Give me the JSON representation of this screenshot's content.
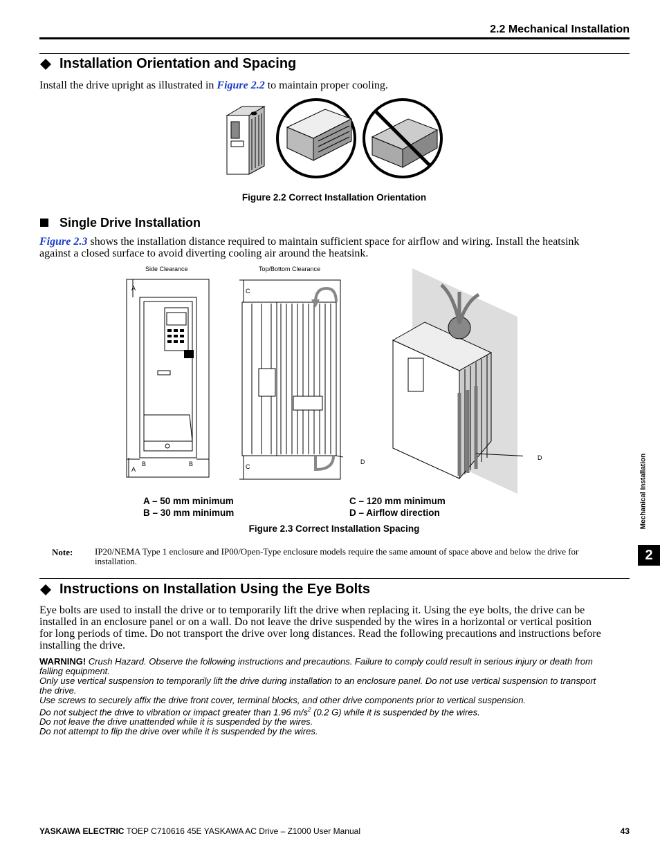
{
  "header": {
    "section_title": "2.2 Mechanical Installation"
  },
  "section1": {
    "heading": "Installation Orientation and Spacing",
    "intro_before": "Install the drive upright as illustrated in ",
    "intro_link": "Figure 2.2",
    "intro_after": " to maintain proper cooling.",
    "figure_caption": "Figure 2.2  Correct Installation Orientation"
  },
  "subsection": {
    "heading": "Single Drive Installation",
    "body_link": "Figure 2.3",
    "body_line1": " shows the installation distance required to maintain sufficient space for airflow and wiring. Install the heatsink",
    "body_line2": "against a closed surface to avoid diverting cooling air around the heatsink.",
    "fig_labels": {
      "side_clearance": "Side Clearance",
      "top_bottom_clearance": "Top/Bottom Clearance",
      "A": "A",
      "B": "B",
      "C": "C",
      "D": "D"
    },
    "legend": {
      "a": "A – 50 mm minimum",
      "b": "B – 30 mm minimum",
      "c": "C – 120 mm minimum",
      "d": "D – Airflow direction"
    },
    "figure_caption": "Figure 2.3  Correct Installation Spacing",
    "note_label": "Note:",
    "note_line1": "IP20/NEMA Type 1 enclosure and IP00/Open-Type enclosure models require the same amount of space above and below the drive for",
    "note_line2": "installation."
  },
  "section2": {
    "heading": "Instructions on Installation Using the Eye Bolts",
    "body_lines": [
      "Eye bolts are used to install the drive or to temporarily lift the drive when replacing it. Using the eye bolts, the drive can be",
      "installed in an enclosure panel or on a wall. Do not leave the drive suspended by the wires in a horizontal or vertical position",
      "for long periods of time. Do not transport the drive over long distances. Read the following precautions and instructions before",
      "installing the drive."
    ],
    "warning_label": "WARNING!",
    "warning_first": " Crush Hazard. Observe the following instructions and precautions. Failure to comply could result in serious injury or death from",
    "warning_lines": [
      "falling equipment.",
      "Only use vertical suspension to temporarily lift the drive during installation to an enclosure panel. Do not use vertical suspension to transport",
      "the drive.",
      "Use screws to securely affix the drive front cover, terminal blocks, and other drive components prior to vertical suspension."
    ],
    "warning_vib_before": "Do not subject the drive to vibration or impact greater than 1.96 m/s",
    "warning_vib_sup": "2",
    "warning_vib_after": " (0.2 G) while it is suspended by the wires.",
    "warning_lines_end": [
      "Do not leave the drive unattended while it is suspended by the wires.",
      "Do not attempt to flip the drive over while it is suspended by the wires."
    ]
  },
  "side_tab": {
    "label": "Mechanical Installation",
    "chapter": "2"
  },
  "footer": {
    "brand": "YASKAWA ELECTRIC",
    "doc": " TOEP C710616 45E YASKAWA AC Drive – Z1000 User Manual",
    "page": "43"
  }
}
